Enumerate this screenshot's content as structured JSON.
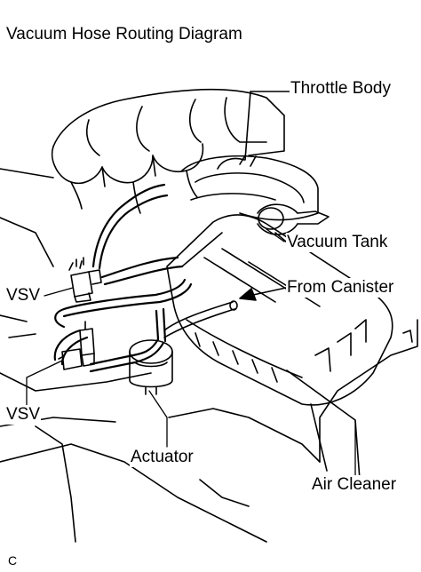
{
  "title": "Vacuum Hose Routing Diagram",
  "labels": {
    "throttle_body": "Throttle Body",
    "vacuum_tank": "Vacuum Tank",
    "from_canister": "From Canister",
    "vsv_upper": "VSV",
    "vsv_lower": "VSV",
    "actuator": "Actuator",
    "air_cleaner": "Air Cleaner"
  },
  "figure_code": "C",
  "colors": {
    "line": "#000000",
    "background": "#ffffff"
  }
}
